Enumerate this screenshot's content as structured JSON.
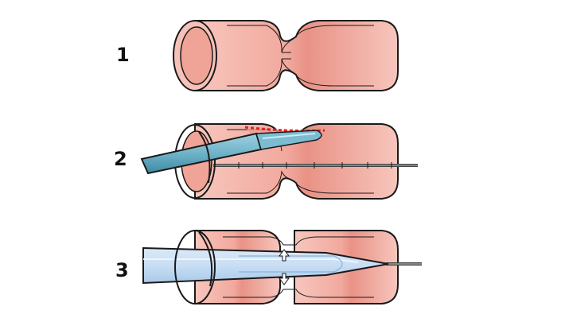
{
  "steps": [
    {
      "number": "1"
    },
    {
      "number": "2"
    },
    {
      "number": "3"
    }
  ],
  "colors": {
    "vessel_fill": "#f6c1b8",
    "vessel_shade": "#e89488",
    "vessel_lumen": "#f3a79d",
    "outline": "#1a1a1a",
    "catheter": "#6fb3c9",
    "catheter_dark": "#3e8aa3",
    "sheath": "#c8def4",
    "sheath_dark": "#94b8dd",
    "guidewire": "#555555",
    "plaque_mark": "#e02020"
  },
  "icons": [
    "arrow-up-icon",
    "arrow-down-icon"
  ]
}
